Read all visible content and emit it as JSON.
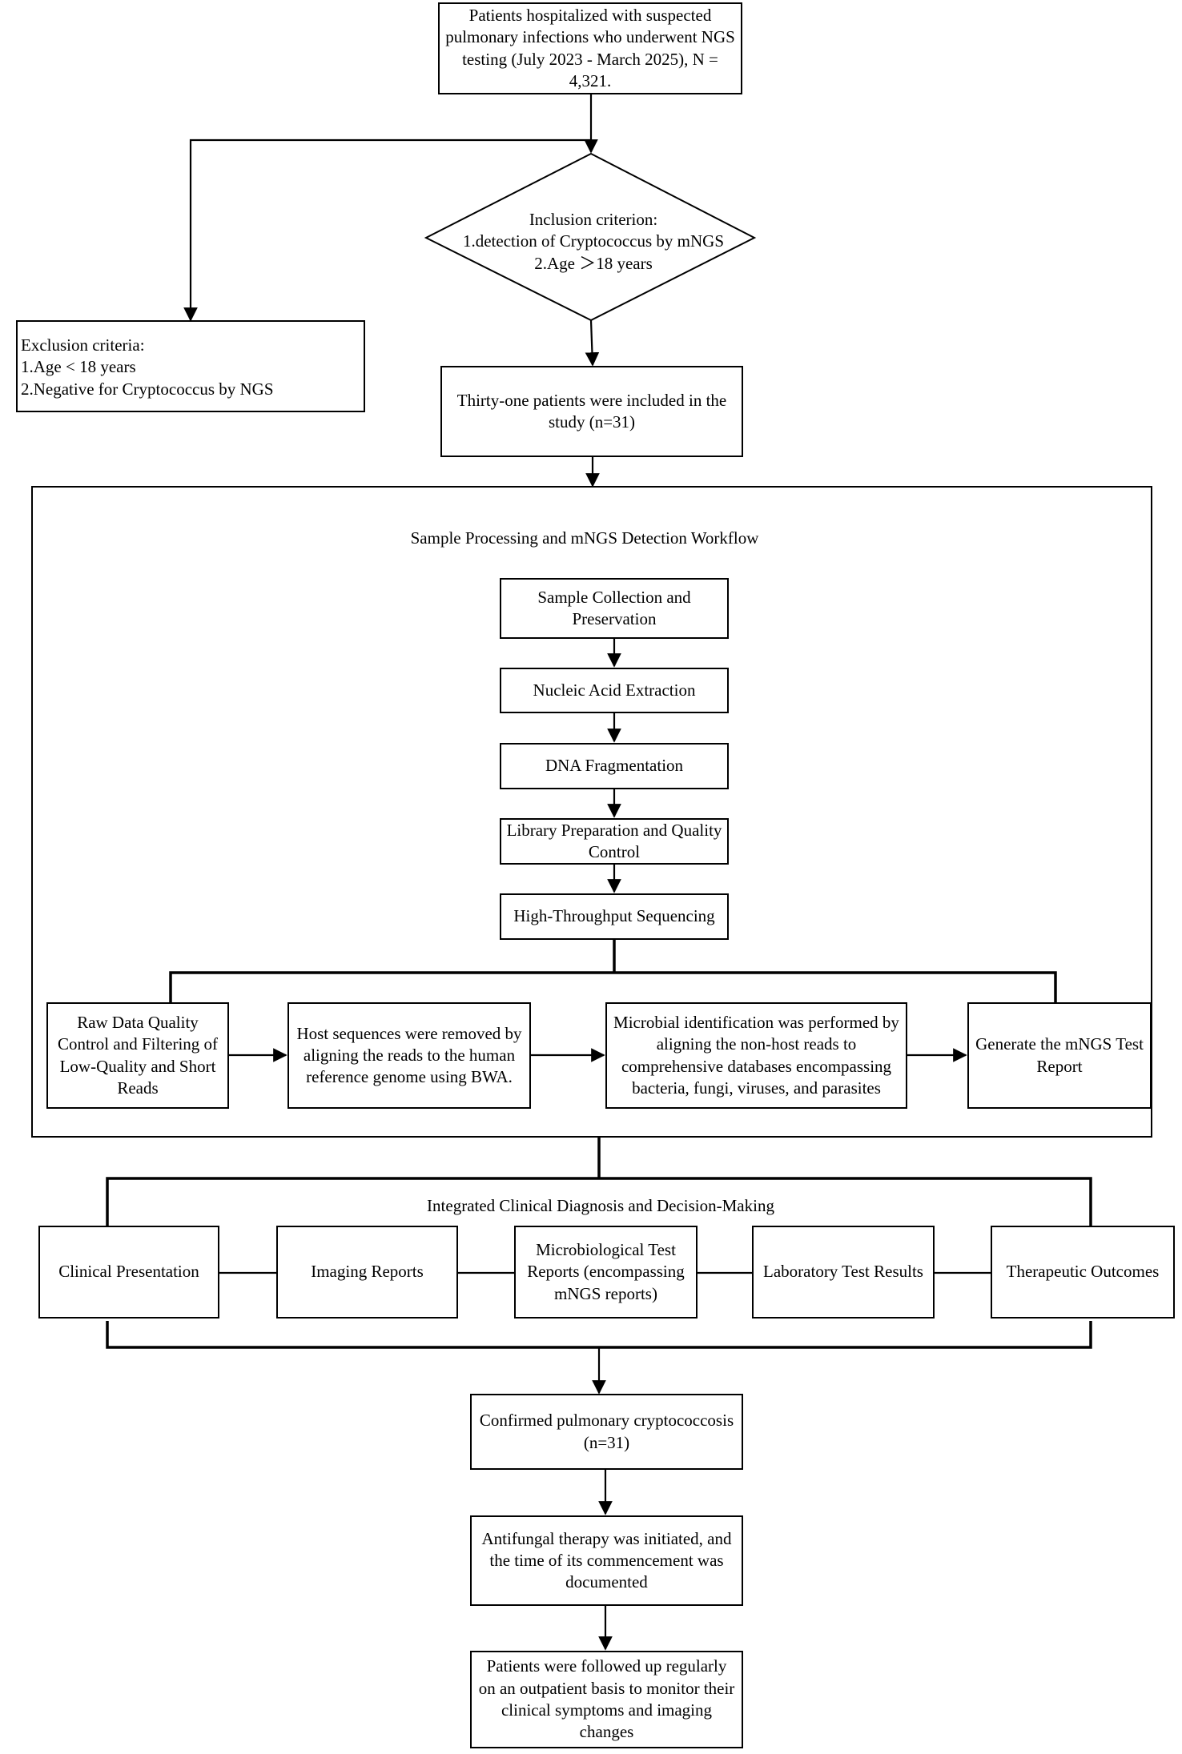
{
  "nodes": {
    "patients_hospitalized": "Patients hospitalized with suspected pulmonary infections who underwent NGS testing (July 2023 - March 2025), N = 4,321.",
    "inclusion_criterion": "Inclusion criterion:\n1.detection of Cryptococcus by mNGS\n2.Age ＞18 years",
    "exclusion_criteria": "Exclusion criteria:\n1.Age < 18 years\n2.Negative for Cryptococcus by NGS",
    "included_patients": "Thirty-one patients were included in the study (n=31)",
    "workflow_title": "Sample Processing and mNGS Detection Workflow",
    "sample_collection": "Sample Collection and Preservation",
    "nucleic_acid_extraction": "Nucleic Acid Extraction",
    "dna_fragmentation": "DNA Fragmentation",
    "library_preparation": "Library Preparation and Quality Control",
    "sequencing": "High-Throughput Sequencing",
    "raw_data_qc": "Raw Data Quality Control and Filtering of Low-Quality and Short Reads",
    "host_removal": "Host sequences were removed by aligning the reads to the human reference genome using BWA.",
    "microbial_identification": "Microbial identification was performed by aligning the non-host reads to comprehensive databases encompassing bacteria, fungi, viruses, and parasites",
    "generate_report": "Generate the mNGS Test Report",
    "integrated_title": "Integrated Clinical Diagnosis and Decision-Making",
    "clinical_presentation": "Clinical Presentation",
    "imaging_reports": "Imaging Reports",
    "microbiological_reports": "Microbiological Test Reports (encompassing mNGS reports)",
    "laboratory_results": "Laboratory Test Results",
    "therapeutic_outcomes": "Therapeutic Outcomes",
    "confirmed": "Confirmed pulmonary cryptococcosis (n=31)",
    "antifungal": "Antifungal therapy was initiated, and the time of its commencement was documented",
    "followup": "Patients were followed up regularly on an outpatient basis to monitor their clinical symptoms and imaging changes"
  },
  "colors": {
    "line": "#000000",
    "background": "#ffffff",
    "text": "#000000"
  }
}
